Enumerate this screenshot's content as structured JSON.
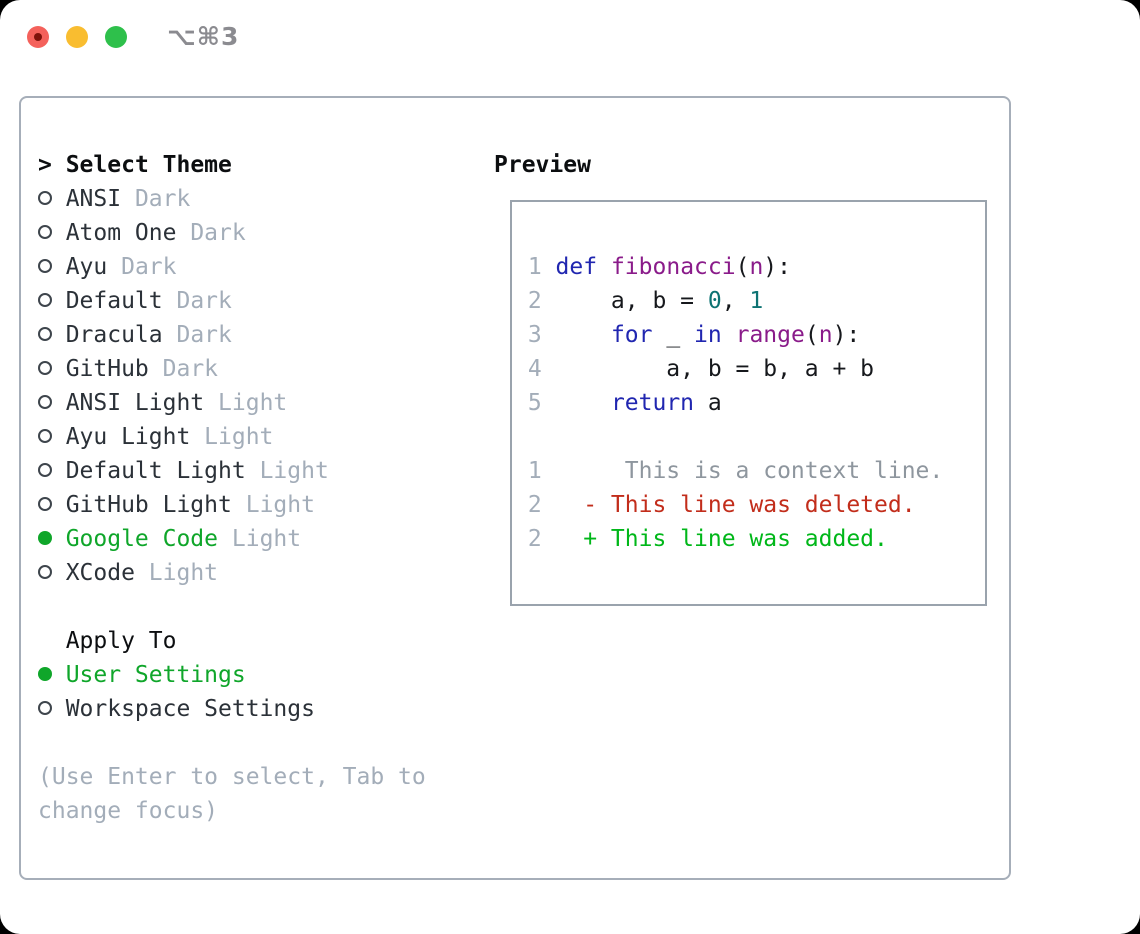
{
  "window": {
    "title": "⌥⌘3",
    "traffic_lights": {
      "red": "#f4615b",
      "red_dot": "#7e120b",
      "yellow": "#f9bd30",
      "green": "#2ec04b",
      "title_color": "#8b8b90"
    }
  },
  "palette": {
    "heading": "#0c0e10",
    "text": "#2b3138",
    "muted": "#a3adb9",
    "selected_green": "#0fa62a",
    "keyword": "#2026b0",
    "function": "#8a1b8a",
    "number": "#0d7373",
    "plain": "#16181c",
    "gutter": "#a3adb9",
    "context": "#8e969e",
    "deleted": "#c22d1b",
    "added": "#00b719"
  },
  "theme_selector": {
    "header_prefix": "> ",
    "header": "Select Theme",
    "themes": [
      {
        "name": "ANSI",
        "variant": "Dark",
        "selected": false
      },
      {
        "name": "Atom One",
        "variant": "Dark",
        "selected": false
      },
      {
        "name": "Ayu",
        "variant": "Dark",
        "selected": false
      },
      {
        "name": "Default",
        "variant": "Dark",
        "selected": false
      },
      {
        "name": "Dracula",
        "variant": "Dark",
        "selected": false
      },
      {
        "name": "GitHub",
        "variant": "Dark",
        "selected": false
      },
      {
        "name": "ANSI Light",
        "variant": "Light",
        "selected": false
      },
      {
        "name": "Ayu Light",
        "variant": "Light",
        "selected": false
      },
      {
        "name": "Default Light",
        "variant": "Light",
        "selected": false
      },
      {
        "name": "GitHub Light",
        "variant": "Light",
        "selected": false
      },
      {
        "name": "Google Code",
        "variant": "Light",
        "selected": true
      },
      {
        "name": "XCode",
        "variant": "Light",
        "selected": false
      }
    ]
  },
  "apply_to": {
    "header": "Apply To",
    "options": [
      {
        "label": "User Settings",
        "selected": true
      },
      {
        "label": "Workspace Settings",
        "selected": false
      }
    ]
  },
  "help_lines": [
    "(Use Enter to select, Tab to",
    "change focus)"
  ],
  "preview": {
    "label": "Preview",
    "code_lines": [
      {
        "num": "1",
        "segments": [
          [
            "plain",
            " "
          ],
          [
            "keyword",
            "def"
          ],
          [
            "plain",
            " "
          ],
          [
            "function",
            "fibonacci"
          ],
          [
            "plain",
            "("
          ],
          [
            "function",
            "n"
          ],
          [
            "plain",
            "):"
          ]
        ]
      },
      {
        "num": "2",
        "segments": [
          [
            "plain",
            "     a, b = "
          ],
          [
            "number",
            "0"
          ],
          [
            "plain",
            ", "
          ],
          [
            "number",
            "1"
          ]
        ]
      },
      {
        "num": "3",
        "segments": [
          [
            "plain",
            "     "
          ],
          [
            "keyword",
            "for"
          ],
          [
            "plain",
            " _ "
          ],
          [
            "keyword",
            "in"
          ],
          [
            "plain",
            " "
          ],
          [
            "function",
            "range"
          ],
          [
            "plain",
            "("
          ],
          [
            "function",
            "n"
          ],
          [
            "plain",
            "):"
          ]
        ]
      },
      {
        "num": "4",
        "segments": [
          [
            "plain",
            "         a, b = b, a + b"
          ]
        ]
      },
      {
        "num": "5",
        "segments": [
          [
            "plain",
            "     "
          ],
          [
            "keyword",
            "return"
          ],
          [
            "plain",
            " a"
          ]
        ]
      }
    ],
    "diff_lines": [
      {
        "num": "1",
        "type": "context",
        "text": "      This is a context line."
      },
      {
        "num": "2",
        "type": "deleted",
        "text": "   - This line was deleted."
      },
      {
        "num": "2",
        "type": "added",
        "text": "   + This line was added."
      }
    ]
  }
}
